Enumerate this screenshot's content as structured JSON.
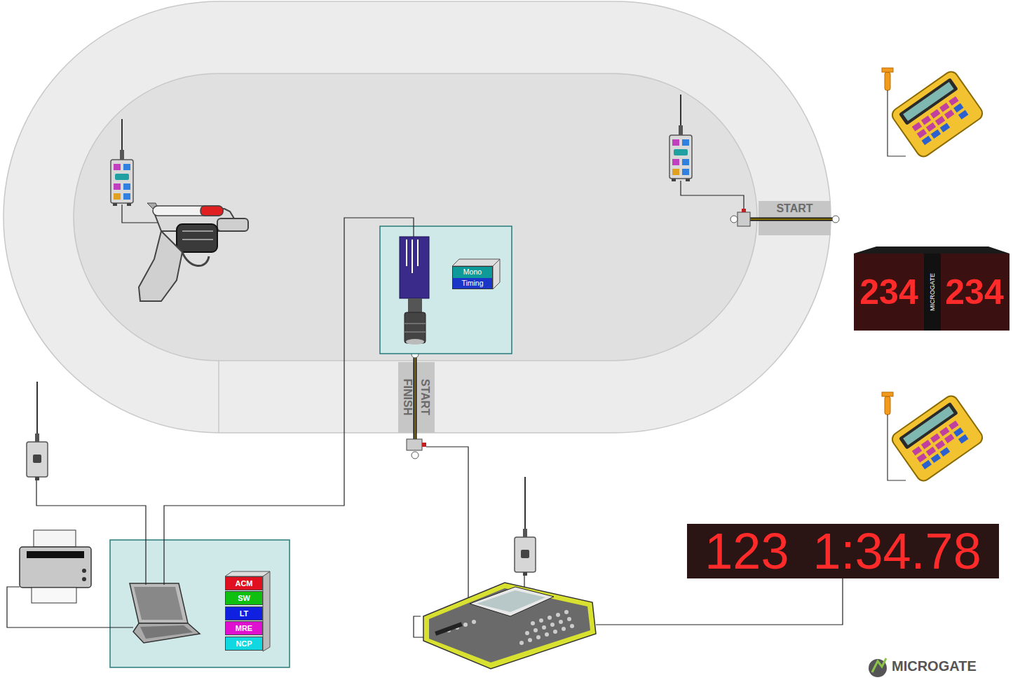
{
  "diagram": {
    "nodes": [
      {
        "text": [
          "START"
        ]
      },
      {
        "text": [
          "START",
          "FINISH"
        ]
      },
      {
        "text": [
          "Mono Timing"
        ]
      },
      {
        "text": [
          "ACM"
        ]
      },
      {
        "text": [
          "SW"
        ]
      },
      {
        "text": [
          "LT"
        ]
      },
      {
        "text": [
          "MRE"
        ]
      },
      {
        "text": [
          "NCP"
        ]
      },
      {
        "text": [
          "123 1:34.78"
        ]
      },
      {
        "text": [
          "234",
          "MICROGATE",
          "234"
        ]
      }
    ],
    "labels": [
      "MICROGATE"
    ]
  }
}
